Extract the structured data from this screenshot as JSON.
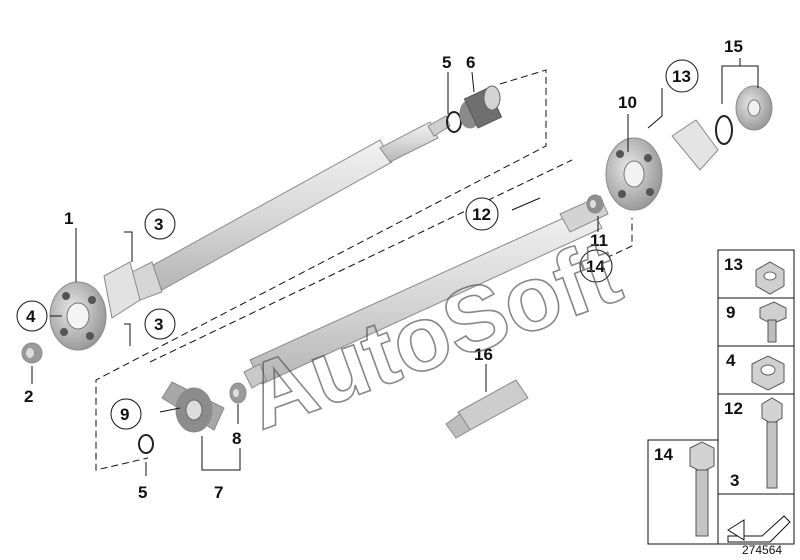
{
  "diagram": {
    "reference_number": "274564",
    "watermark": "AutoSoft",
    "labels": {
      "l1": "1",
      "l2": "2",
      "l3a": "3",
      "l3b": "3",
      "l4": "4",
      "l5a": "5",
      "l5b": "5",
      "l6": "6",
      "l7": "7",
      "l8": "8",
      "l9": "9",
      "l10": "10",
      "l11": "11",
      "l12": "12",
      "l13": "13",
      "l14": "14",
      "l15": "15",
      "l16": "16"
    },
    "side_panel": {
      "p13": "13",
      "p9": "9",
      "p4": "4",
      "p12": "12",
      "p3": "3",
      "p14": "14"
    }
  }
}
